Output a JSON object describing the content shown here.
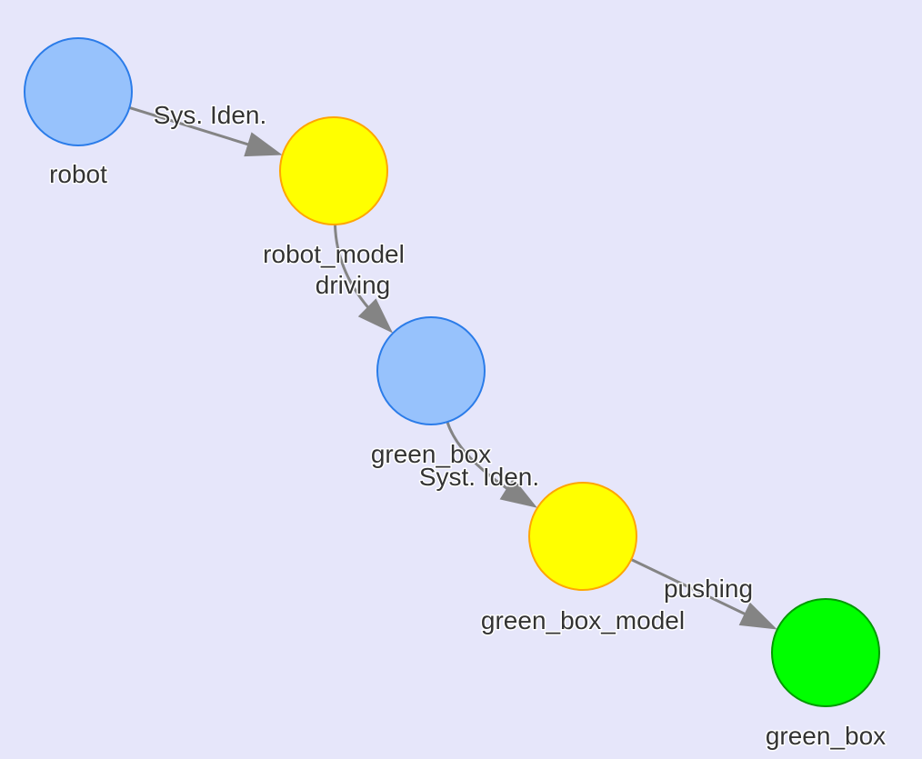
{
  "nodes": [
    {
      "id": "robot",
      "label": "robot",
      "fill": "#97c2fc",
      "border": "#2b7ce9"
    },
    {
      "id": "robot_model",
      "label": "robot_model",
      "fill": "#ffff00",
      "border": "#ffa500"
    },
    {
      "id": "green_box",
      "label": "green_box",
      "fill": "#97c2fc",
      "border": "#2b7ce9"
    },
    {
      "id": "green_box_model",
      "label": "green_box_model",
      "fill": "#ffff00",
      "border": "#ffa500"
    },
    {
      "id": "green_box_2",
      "label": "green_box",
      "fill": "#00ff00",
      "border": "#009900"
    }
  ],
  "edges": [
    {
      "from": "robot",
      "to": "robot_model",
      "label": "Sys. Iden."
    },
    {
      "from": "robot_model",
      "to": "green_box",
      "label": "driving"
    },
    {
      "from": "green_box",
      "to": "green_box_model",
      "label": "Syst. Iden."
    },
    {
      "from": "green_box_model",
      "to": "green_box_2",
      "label": "pushing"
    }
  ],
  "colors": {
    "background": "#e6e6fa",
    "edge": "#848484",
    "text": "#333333"
  }
}
